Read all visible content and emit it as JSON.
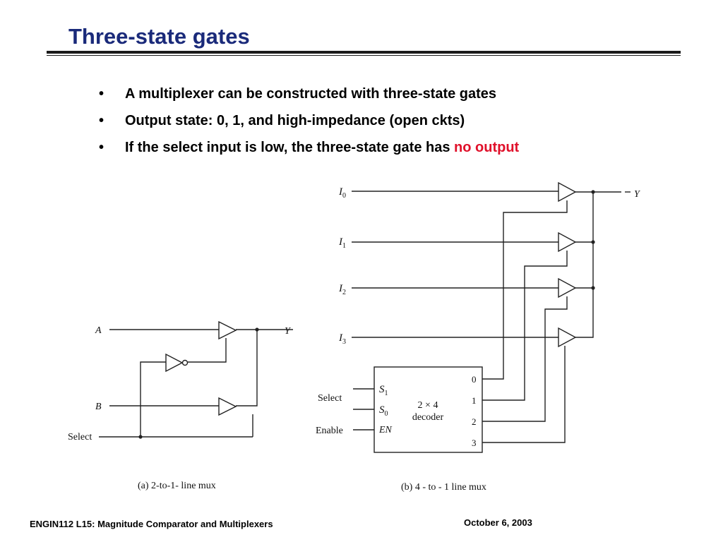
{
  "slide": {
    "title": "Three-state gates",
    "bullets": [
      {
        "text": "A multiplexer can be constructed with three-state gates",
        "highlight": ""
      },
      {
        "text": "Output state: 0, 1, and high-impedance (open ckts)",
        "highlight": ""
      },
      {
        "text": "If the select input is low, the three-state gate has ",
        "highlight": "no output"
      }
    ],
    "highlight_color": "#e0102a",
    "title_color": "#1a2a7a"
  },
  "diagram_a": {
    "input_a": "A",
    "input_b": "B",
    "select": "Select",
    "output": "Y",
    "caption": "(a) 2-to-1-  line mux"
  },
  "diagram_b": {
    "inputs": [
      {
        "letter": "I",
        "sub": "0"
      },
      {
        "letter": "I",
        "sub": "1"
      },
      {
        "letter": "I",
        "sub": "2"
      },
      {
        "letter": "I",
        "sub": "3"
      }
    ],
    "output": "Y",
    "select": "Select",
    "enable": "Enable",
    "decoder": {
      "name_line1": "2 × 4",
      "name_line2": "decoder",
      "pin_s1": {
        "letter": "S",
        "sub": "1"
      },
      "pin_s0": {
        "letter": "S",
        "sub": "0"
      },
      "pin_en": "EN",
      "outputs": [
        "0",
        "1",
        "2",
        "3"
      ]
    },
    "caption": "(b) 4 - to - 1  line mux"
  },
  "footer": {
    "left": "ENGIN112  L15: Magnitude Comparator and Multiplexers",
    "right": "October 6, 2003"
  }
}
